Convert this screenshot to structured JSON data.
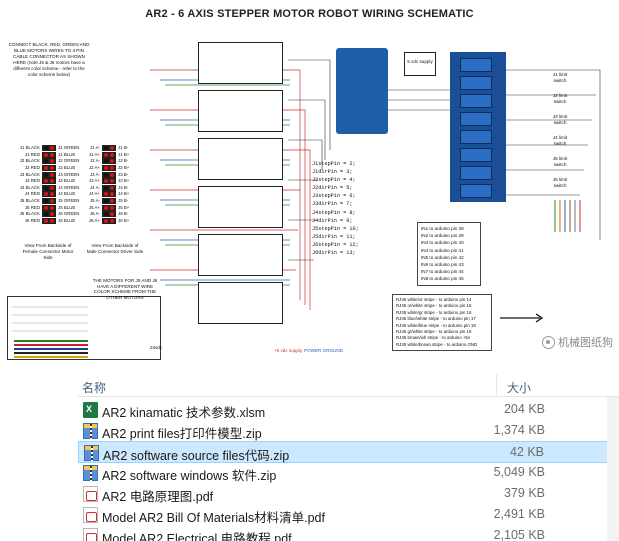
{
  "schematic": {
    "title": "AR2 - 6 AXIS STEPPER MOTOR ROBOT WIRING SCHEMATIC",
    "instructions": "CONNECT BLACK, RED, GREEN AND BLUE MOTORS WIRES TO 4 PIN CABLE CONNECTOR AS SHOWN HERE (note J5 & J6 motors have a different color scheme - refer to the color scheme below)",
    "female_connector_rows": [
      "J1 BLACK",
      "J1 RED",
      "J2 BLACK",
      "J2 RED",
      "J3 BLACK",
      "J3 RED",
      "J4 BLACK",
      "J4 RED",
      "J5 BLACK",
      "J5 RED",
      "J6 BLACK",
      "J6 RED"
    ],
    "female_connector_rows_right": [
      "J1 GREEN",
      "J1 BLUE",
      "J2 GREEN",
      "J2 BLUE",
      "J3 GREEN",
      "J3 BLUE",
      "J4 GREEN",
      "J4 BLUE",
      "J5 GREEN",
      "J5 BLUE",
      "J6 GREEN",
      "J6 BLUE"
    ],
    "male_connector_rows": [
      "J1 A-",
      "J1 A+",
      "J2 A-",
      "J2 A+",
      "J3 A-",
      "J3 A+",
      "J4 A-",
      "J4 A+",
      "J5 A-",
      "J5 A+",
      "J6 A-",
      "J6 A+"
    ],
    "male_connector_rows_right": [
      "J1 B-",
      "J1 B+",
      "J2 B-",
      "J2 B+",
      "J3 B-",
      "J3 B+",
      "J4 B-",
      "J4 B+",
      "J5 B-",
      "J5 B+",
      "J6 B-",
      "J6 B+"
    ],
    "caption_left": "View From Backside of Female Connector Motor Side",
    "caption_right": "View From Backside of Male Connector Driver Side",
    "motor_note": "THE MOTORS FOR J5 AND J6 HAVE A DIFFERENT WIRE COLOR SCHEME FROM THE OTHER MOTORS",
    "supply_label": "5 vdc supply",
    "pin_map": [
      "J1stepPin = 2;",
      "J1dirPin = 3;",
      "J2stepPin = 4;",
      "J2dirPin = 5;",
      "J3stepPin = 6;",
      "J3dirPin = 7;",
      "J4stepPin = 8;",
      "J4dirPin = 9;",
      "J5stepPin = 10;",
      "J5dirPin = 11;",
      "J6stepPin = 12;",
      "J6dirPin = 13;"
    ],
    "in_map": [
      "IN1 to arduino pin 38",
      "IN2 to arduino pin 39",
      "IN3 to arduino pin 40",
      "IN4 to arduino pin 41",
      "IN5 to arduino pin 42",
      "IN6 to arduino pin 43",
      "IN7 to arduino pin 44",
      "IN8 to arduino pin 45"
    ],
    "rj45_map": [
      "RJ45 white/or stripe - to arduino pin 14",
      "RJ45 or/white stripe - to arduino pin 15",
      "RJ45 white/gr stripe - to arduino pin 16",
      "RJ45 blue/white stripe - to arduino pin 17",
      "RJ45 white/blue stripe - to arduino pin 18",
      "RJ45 gr/white stripe - to arduino pin 19",
      "RJ45 brown/wh stripe - to arduino +5v",
      "RJ45 white/brown stripe - to arduino GND"
    ],
    "limit_switches": [
      "J1 limit switch",
      "J2 limit switch",
      "J3 limit switch",
      "J4 limit switch",
      "J5 limit switch",
      "J6 limit switch"
    ],
    "bottom_labels": [
      "24vdc",
      "+5 vdc supply",
      "POWER GROUND"
    ],
    "watermark": "机械图纸狗"
  },
  "explorer": {
    "header": {
      "name": "名称",
      "size": "大小"
    },
    "files": [
      {
        "name": "AR2 kinamatic 技术参数.xlsm",
        "size": "204 KB",
        "icon": "excel-icon",
        "selected": false
      },
      {
        "name": "AR2 print files打印件模型.zip",
        "size": "1,374 KB",
        "icon": "zip-icon",
        "selected": false
      },
      {
        "name": "AR2 software source files代码.zip",
        "size": "42 KB",
        "icon": "zip-icon",
        "selected": true
      },
      {
        "name": "AR2 software windows 软件.zip",
        "size": "5,049 KB",
        "icon": "zip-icon",
        "selected": false
      },
      {
        "name": "AR2 电路原理图.pdf",
        "size": "379 KB",
        "icon": "pdf-icon",
        "selected": false
      },
      {
        "name": "Model AR2 Bill Of Materials材料清单.pdf",
        "size": "2,491 KB",
        "icon": "pdf-icon",
        "selected": false
      },
      {
        "name": "Model AR2 Electrical 电路教程.pdf",
        "size": "2,105 KB",
        "icon": "pdf-icon",
        "selected": false
      }
    ]
  }
}
